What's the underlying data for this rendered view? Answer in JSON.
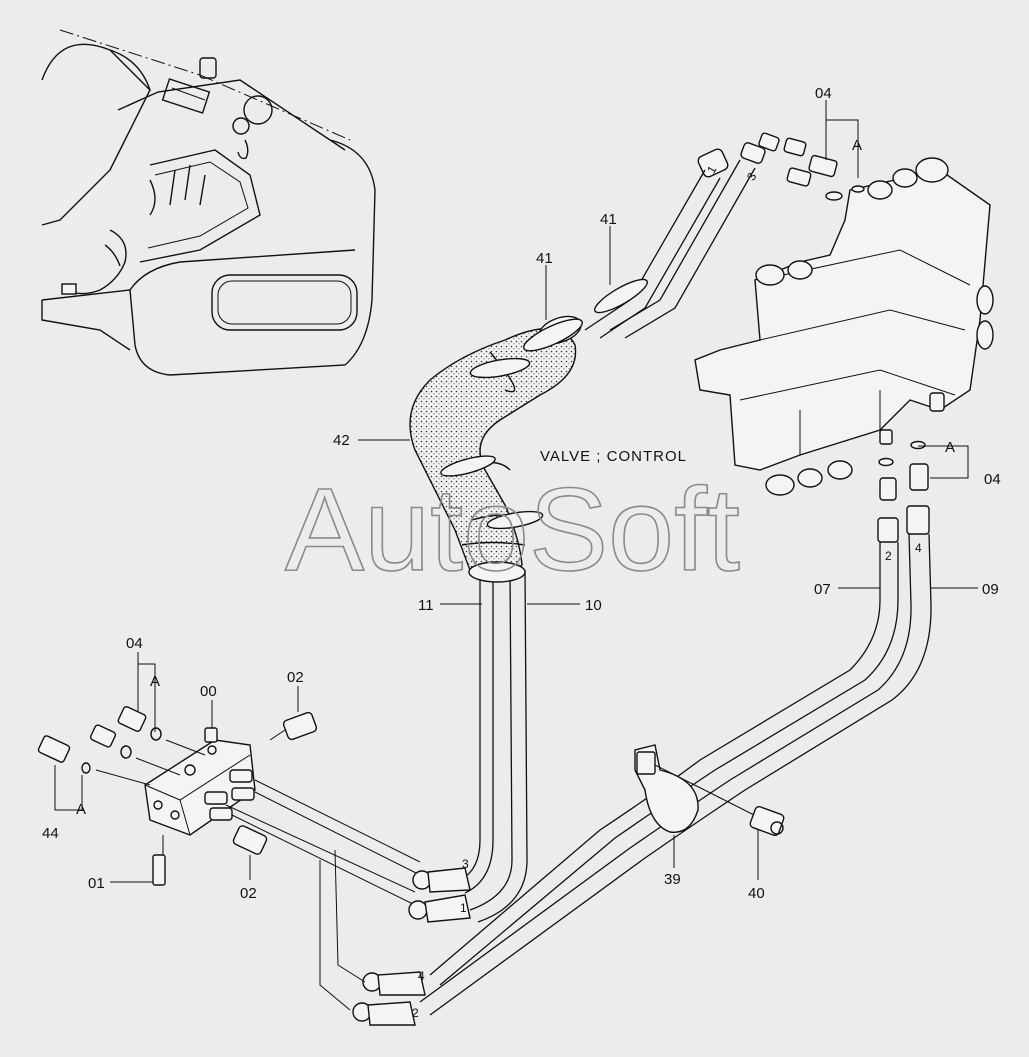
{
  "title": "VALVE ; CONTROL",
  "watermark": "AutoSoft",
  "callouts": [
    {
      "id": "04",
      "ref": "A"
    },
    {
      "id": "41"
    },
    {
      "id": "41"
    },
    {
      "id": "42"
    },
    {
      "id": "04",
      "ref": "A"
    },
    {
      "id": "07"
    },
    {
      "id": "09"
    },
    {
      "id": "11"
    },
    {
      "id": "10"
    },
    {
      "id": "04",
      "ref": "A"
    },
    {
      "id": "00"
    },
    {
      "id": "02"
    },
    {
      "id": "44",
      "ref": "A"
    },
    {
      "id": "01"
    },
    {
      "id": "02"
    },
    {
      "id": "39"
    },
    {
      "id": "40"
    }
  ],
  "hose_marks": [
    "1",
    "3",
    "2",
    "4",
    "3",
    "1",
    "4",
    "2"
  ],
  "colors": {
    "background": "#ececec",
    "line": "#111111",
    "watermark": "#8a8a8a"
  }
}
